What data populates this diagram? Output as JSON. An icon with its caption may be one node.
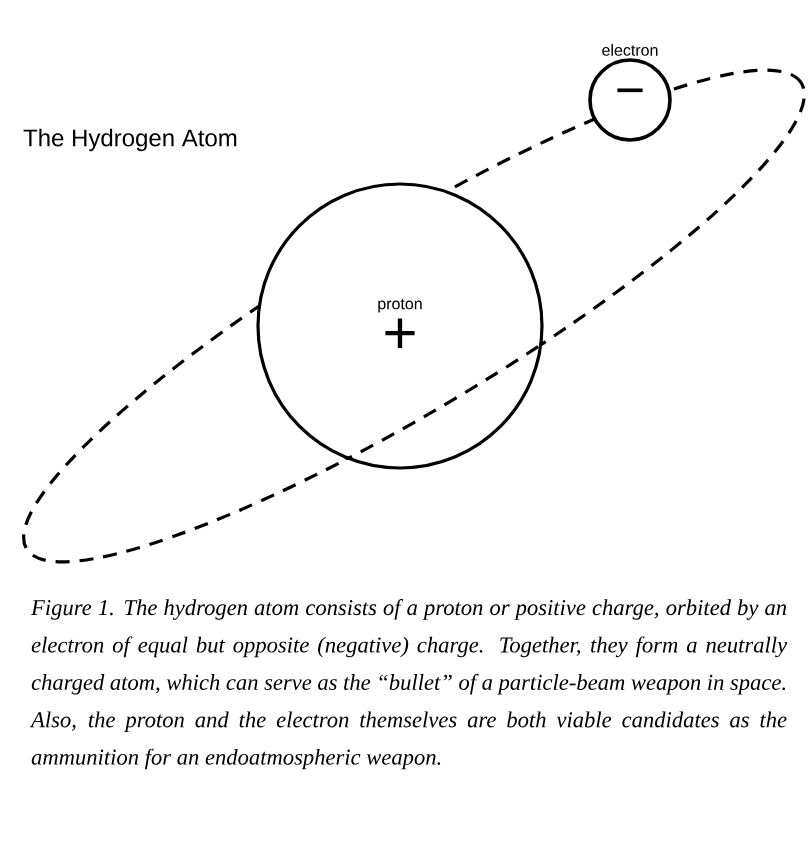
{
  "diagram": {
    "title": "The Hydrogen Atom",
    "caption": "Figure 1. The hydrogen atom consists of a proton or positive charge, orbited by an electron of equal but opposite (negative) charge. Together, they form a neutrally charged atom, which can serve as the “bullet” of a particle-beam weapon in space. Also, the proton and the electron themselves are both viable candidates as the ammunition for an endoatmospheric weapon.",
    "nodes": [
      {
        "text": [
          "proton",
          "+"
        ]
      },
      {
        "text": [
          "electron",
          "−"
        ]
      }
    ]
  }
}
